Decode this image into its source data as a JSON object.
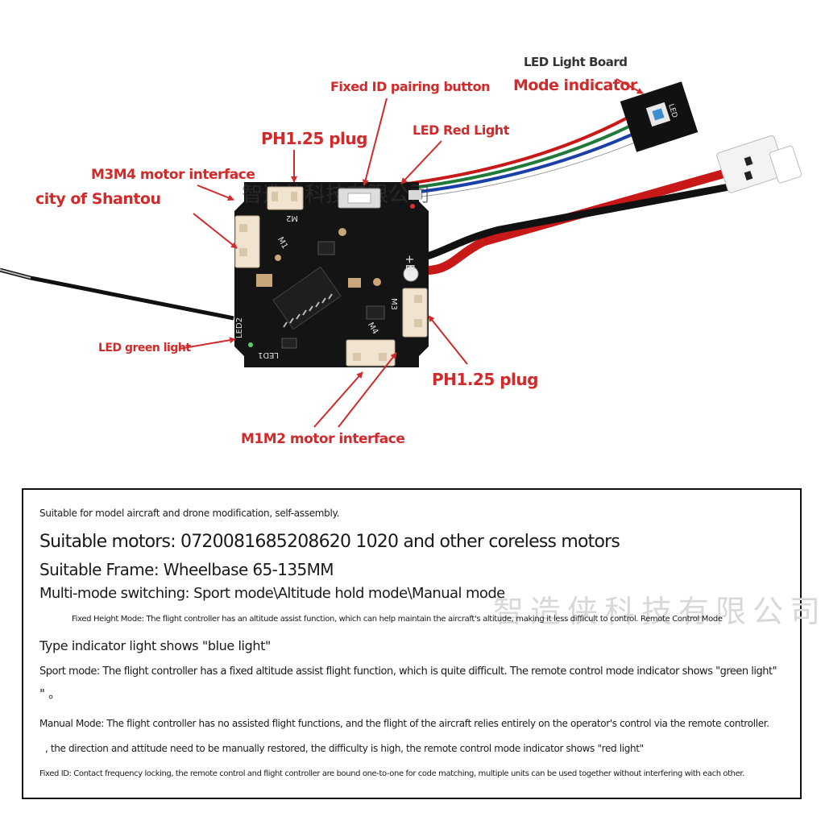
{
  "labels": {
    "led_light_board": "LED Light Board",
    "mode_indicator": "Mode indicator",
    "fixed_id_pairing_button": "Fixed ID pairing button",
    "led_red_light": "LED Red Light",
    "ph125_plug_top": "PH1.25 plug",
    "m3m4_motor_interface": "M3M4 motor interface",
    "city": "city of Shantou",
    "led_green_light": "LED green light",
    "ph125_plug_bottom": "PH1.25 plug",
    "m1m2_motor_interface": "M1M2 motor interface"
  },
  "board": {
    "watermark": "智造侠科技有限公司",
    "silk_m1": "M1",
    "silk_m2": "M2",
    "silk_m3": "M3",
    "silk_m4": "M4",
    "silk_led1": "LED1",
    "silk_led2": "LED2",
    "silk_plus_b": "+B-",
    "led_board_silk": "LED"
  },
  "specs": {
    "line1": "Suitable for model aircraft and drone modification, self-assembly.",
    "line2": "Suitable motors: 0720081685208620 1020 and other coreless motors",
    "line3": "Suitable Frame: Wheelbase 65-135MM",
    "line4": "Multi-mode switching: Sport mode\\Altitude hold mode\\Manual mode",
    "line5": "Fixed Height Mode: The flight controller has an altitude assist function, which can help maintain the aircraft's altitude, making it less difficult to control. Remote Control Mode",
    "line6": "Type indicator light shows \"blue light\"",
    "line7": "Sport mode: The flight controller has a fixed altitude assist flight function, which is quite difficult. The remote control mode indicator shows \"green light\"",
    "line8": "\" 。",
    "line9": "Manual Mode: The flight controller has no assisted flight functions, and the flight of the aircraft relies entirely on the operator's control via the remote controller.",
    "line10": ", the direction and attitude need to be manually restored, the difficulty is high, the remote control mode indicator shows \"red light\"",
    "line11": "Fixed ID: Contact frequency locking, the remote control and flight controller are bound one-to-one for code matching, multiple units can be used together without interfering with each other.",
    "watermark": "智造侠科技有限公司"
  },
  "colors": {
    "label_red": "#d02a2a",
    "pcb": "#141414",
    "connector": "#f0e3cf",
    "wire_red": "#c81818",
    "wire_green": "#1f7a3a",
    "wire_blue": "#1a3fa8"
  }
}
